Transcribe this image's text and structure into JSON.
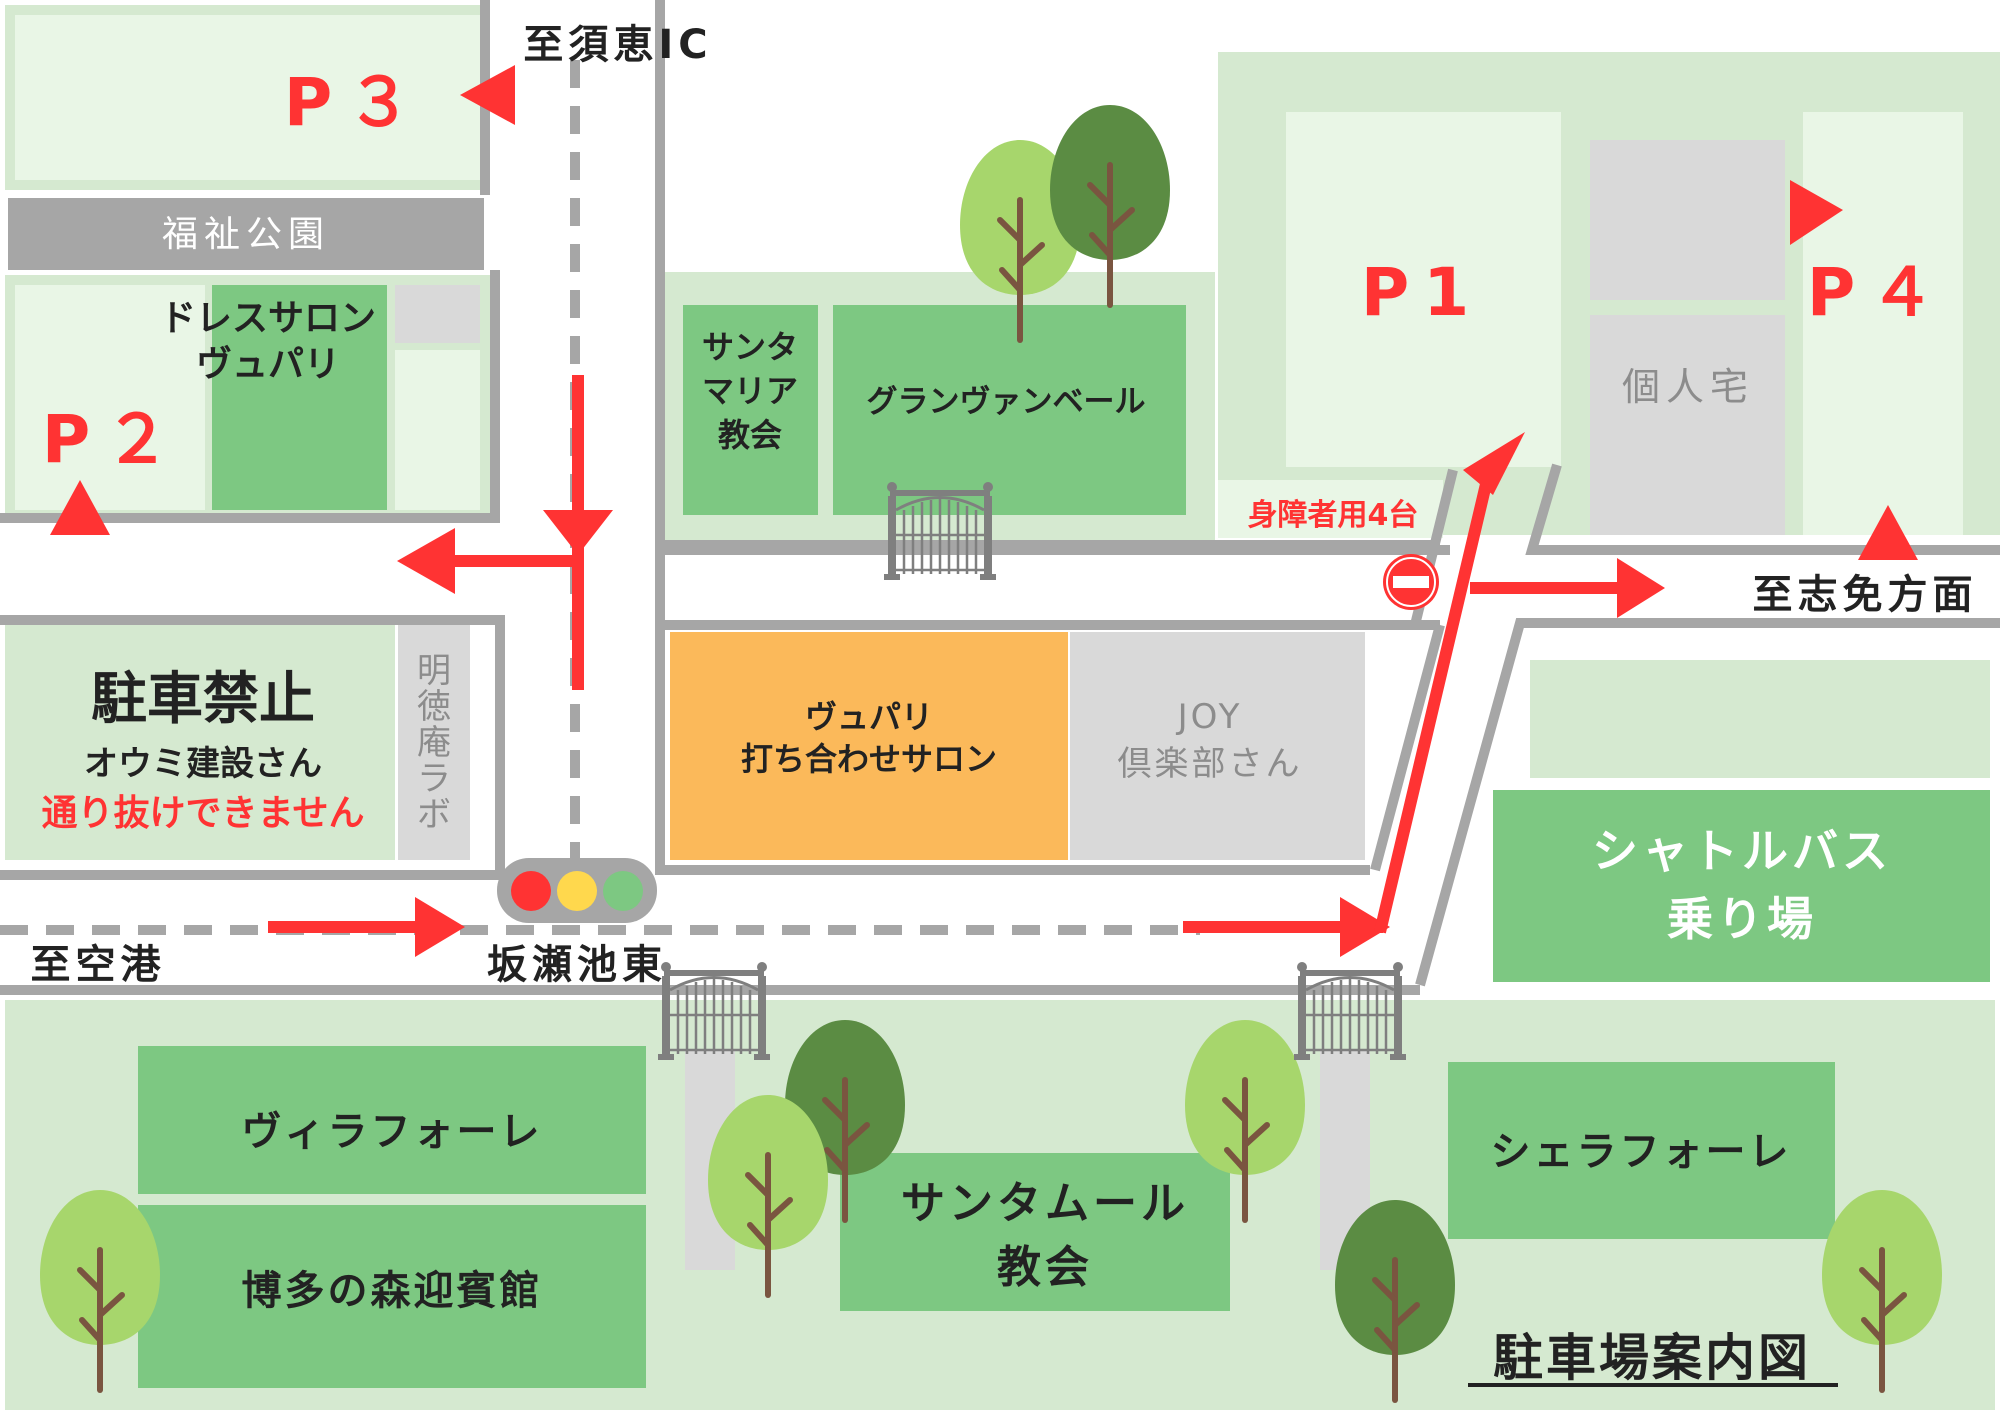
{
  "title": "駐車場案内図",
  "colors": {
    "road_gray": "#a6a6a6",
    "light_green": "#d5e9d0",
    "pale_green": "#e9f6e6",
    "mid_green": "#7dc882",
    "building_gray": "#d9d9d9",
    "orange": "#fbb95a",
    "arrow_red": "#ff3333",
    "tree_light": "#a7d66c",
    "tree_dark": "#5b8c43",
    "trunk": "#7a5540"
  },
  "directions": {
    "to_sue_ic": "至須恵IC",
    "to_shime": "至志免方面",
    "to_airport": "至空港"
  },
  "intersection": "坂瀬池東",
  "parking": {
    "p1": "P1",
    "p2": "P２",
    "p3": "P３",
    "p4": "P４",
    "accessible": "身障者用4台"
  },
  "no_parking": {
    "title": "駐車禁止",
    "owner": "オウミ建設さん",
    "warning": "通り抜けできません"
  },
  "buildings": {
    "welfare_park": "福祉公園",
    "dress_salon_1": "ドレスサロン",
    "dress_salon_2": "ヴュパリ",
    "meitokuan": [
      "明",
      "徳",
      "庵",
      "ラ",
      "ボ"
    ],
    "santa_maria_1": "サンタ",
    "santa_maria_2": "マリア",
    "santa_maria_3": "教会",
    "grand_vent": "グランヴァンベール",
    "meeting_salon_1": "ヴュパリ",
    "meeting_salon_2": "打ち合わせサロン",
    "joy_1": "JOY",
    "joy_2": "倶楽部さん",
    "private_home": "個人宅",
    "shuttle_1": "シャトルバス",
    "shuttle_2": "乗り場",
    "villa": "ヴィラフォーレ",
    "hakata": "博多の森迎賓館",
    "santamour_1": "サンタムール",
    "santamour_2": "教会",
    "sierra": "シェラフォーレ"
  },
  "icons": [
    "traffic-light-icon",
    "no-entry-icon",
    "gate-icon",
    "tree-icon",
    "arrow-icon"
  ]
}
